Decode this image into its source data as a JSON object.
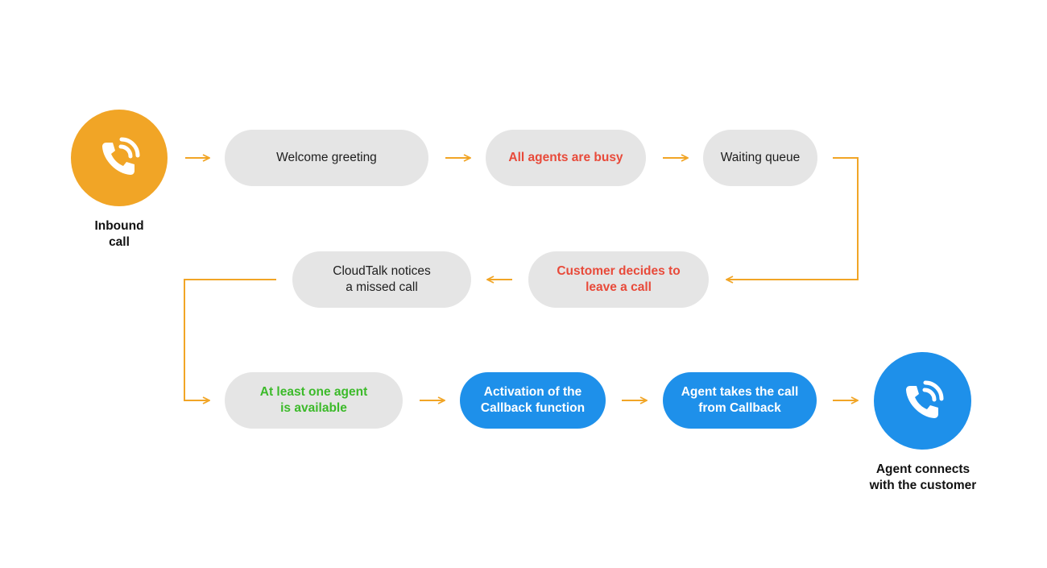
{
  "colors": {
    "orange": "#f1a526",
    "blue": "#1e90ea",
    "grey_pill": "#e5e5e5",
    "red_text": "#e84a3a",
    "green_text": "#3cba2a",
    "connector": "#f1a526"
  },
  "start_node": {
    "icon": "phone-ringing-icon",
    "label": "Inbound\ncall"
  },
  "end_node": {
    "icon": "phone-ringing-icon",
    "label": "Agent connects\nwith the customer"
  },
  "steps": {
    "welcome": "Welcome greeting",
    "busy": "All agents are busy",
    "queue": "Waiting queue",
    "decides": "Customer decides to\nleave a call",
    "notices": "CloudTalk notices\na missed call",
    "least": "At least one agent\nis available",
    "activation": "Activation of the\nCallback function",
    "takes": "Agent takes the call\nfrom Callback"
  }
}
